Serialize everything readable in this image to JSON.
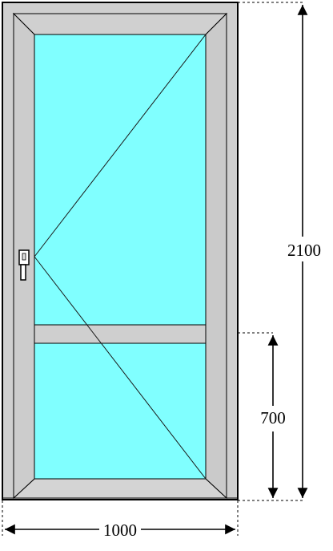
{
  "dimensions": {
    "height_total": "2100",
    "height_lower": "700",
    "width": "1000"
  },
  "colors": {
    "frame": "#cfcfcf",
    "glass": "#80ffff",
    "outline": "#000000",
    "background": "#ffffff"
  },
  "icons": {
    "handle": "door-handle-icon"
  }
}
